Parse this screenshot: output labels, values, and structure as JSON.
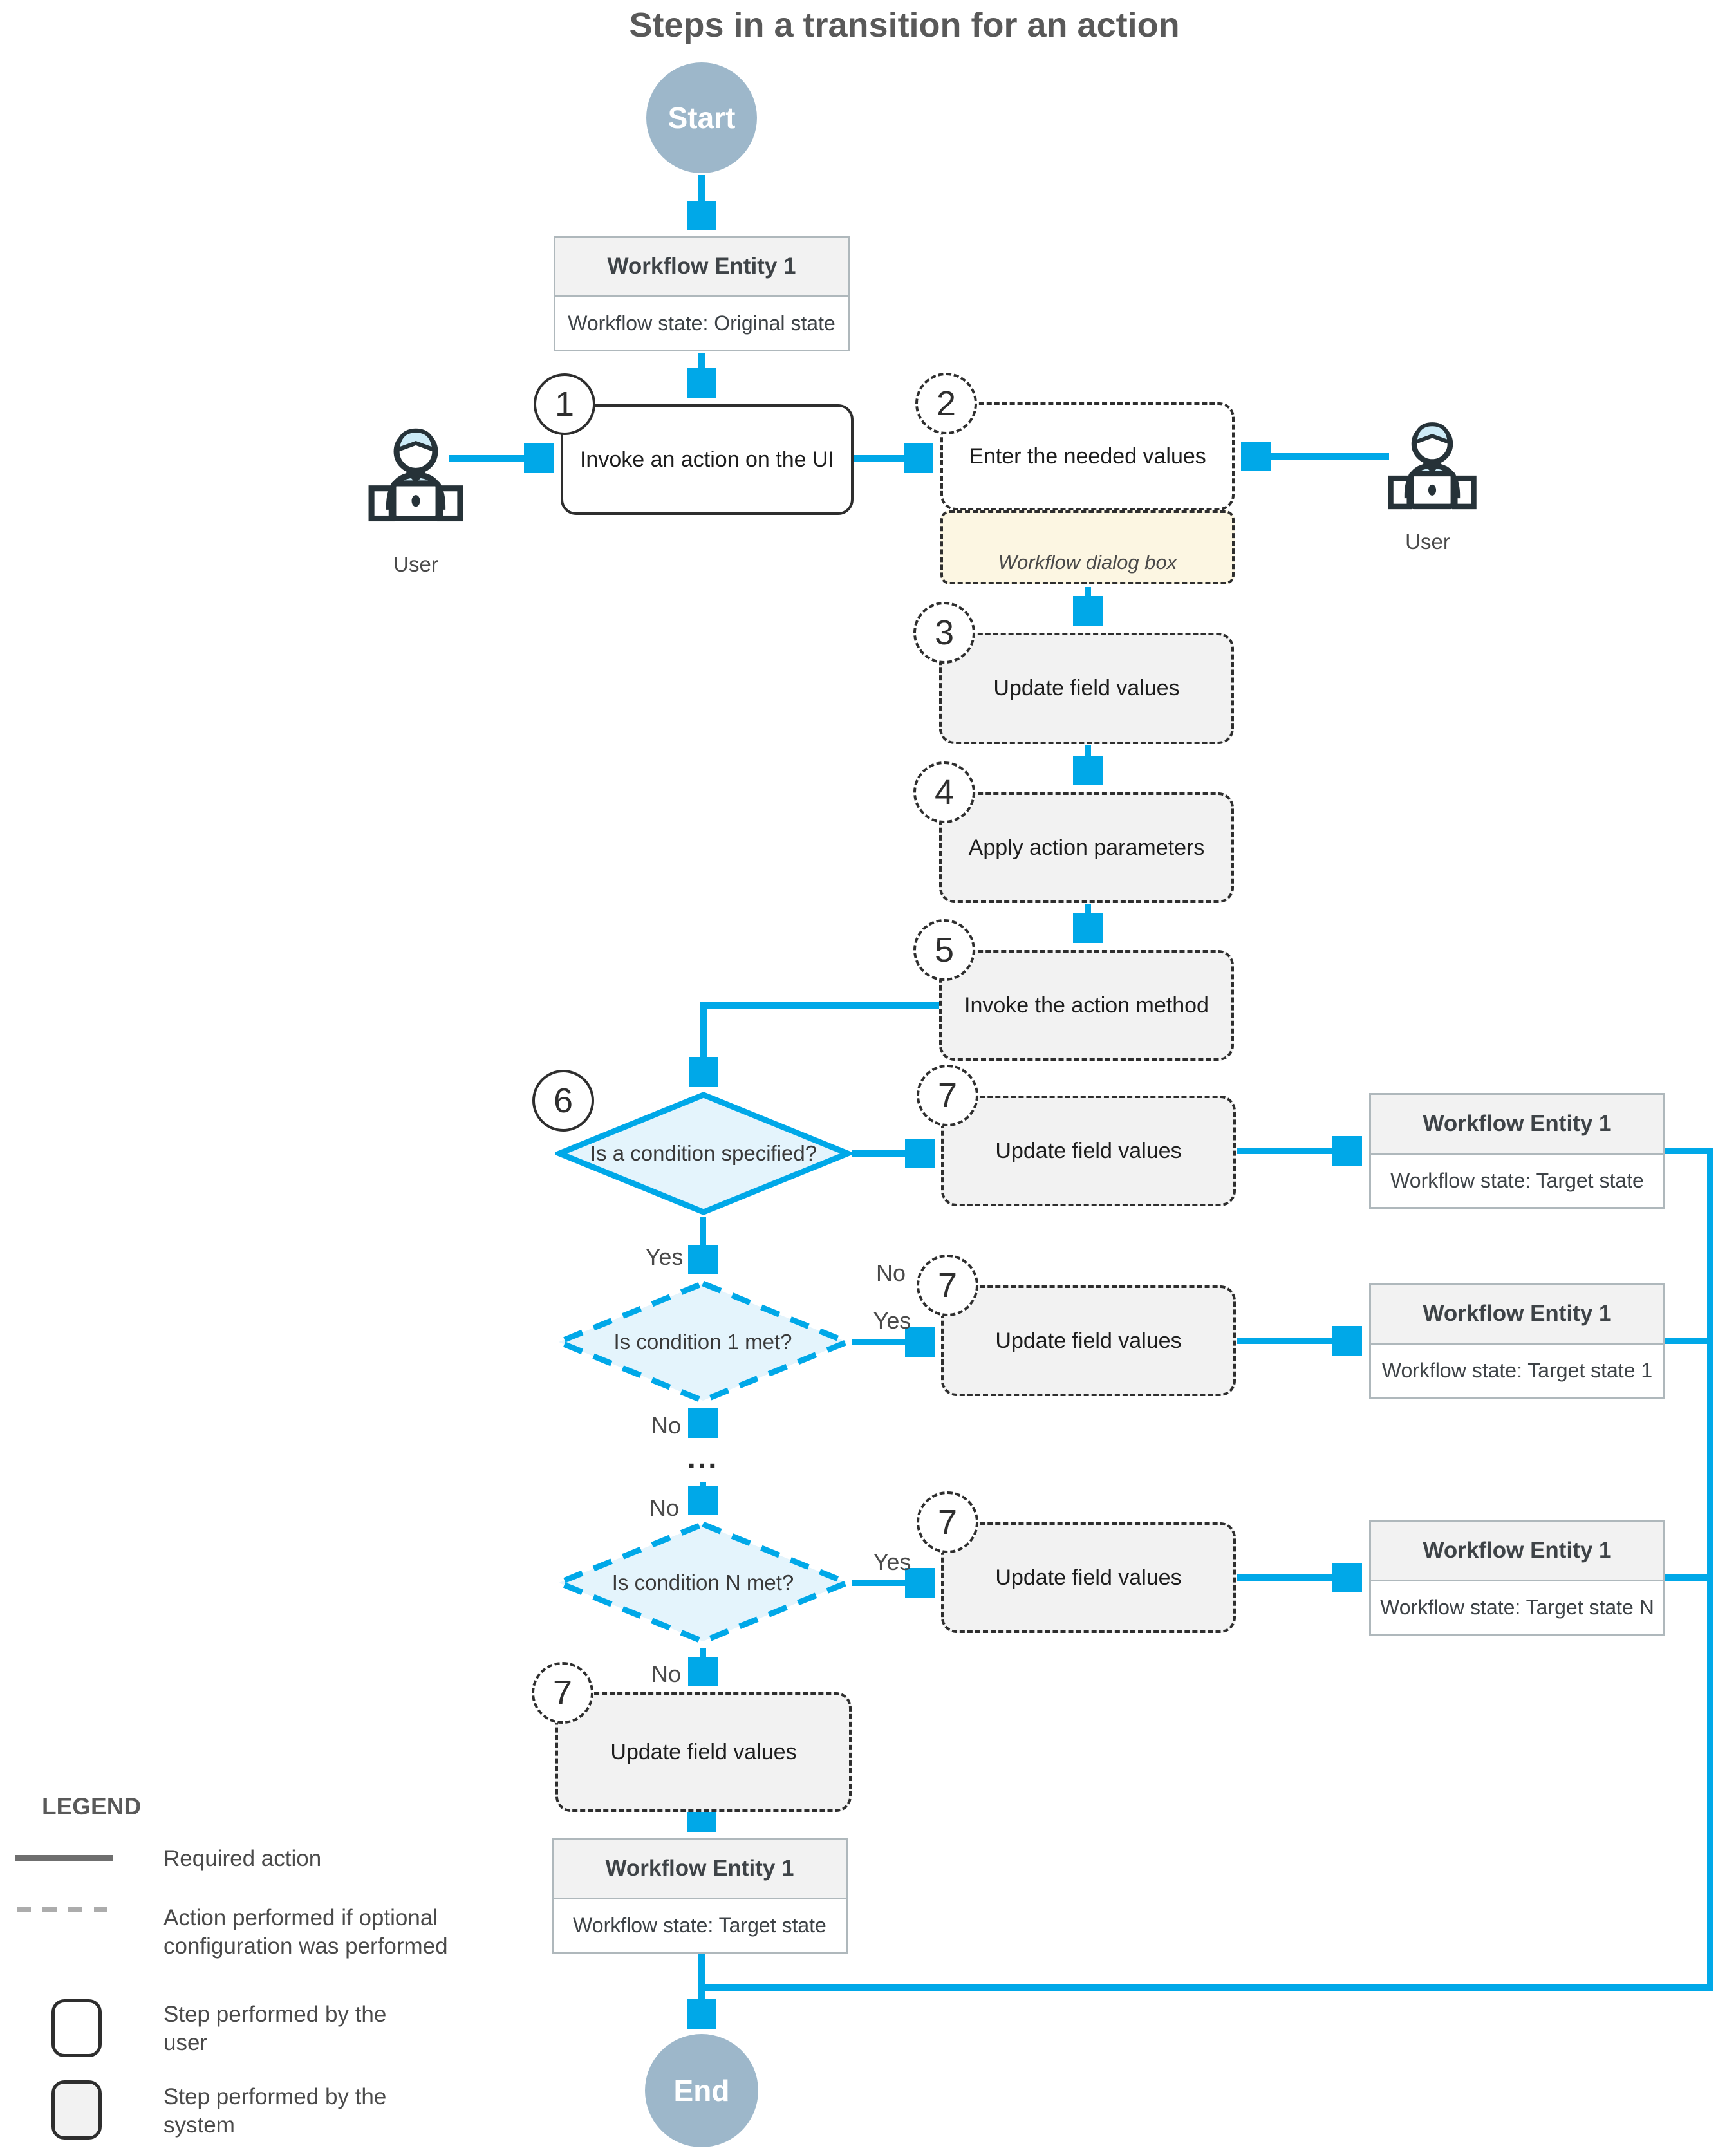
{
  "colors": {
    "accent_blue": "#00A8E8",
    "diamond_fill": "#E4F4FC",
    "terminator_fill": "#9DB7CA",
    "system_fill": "#F2F2F2",
    "dialog_fill": "#FCF6E2",
    "entity_border": "#AFB8BC",
    "ink": "#2E2E2E",
    "muted": "#4A4A4A",
    "title_color": "#595959",
    "legend_line": "#6F6F6F",
    "legend_dash": "#ACACAC"
  },
  "title": "Steps in a transition for an action",
  "flow": {
    "start_label": "Start",
    "end_label": "End",
    "entity_top": {
      "title": "Workflow Entity 1",
      "state": "Workflow state: Original state"
    },
    "step1": {
      "badge": "1",
      "label": "Invoke an action on the UI"
    },
    "step2": {
      "badge": "2",
      "label": "Enter the needed values"
    },
    "dialog": {
      "label": "Workflow dialog box"
    },
    "step3": {
      "badge": "3",
      "label": "Update field values"
    },
    "step4": {
      "badge": "4",
      "label": "Apply action parameters"
    },
    "step5": {
      "badge": "5",
      "label": "Invoke the action method"
    },
    "decision_main": {
      "badge": "6",
      "label": "Is a condition specified?"
    },
    "step7_row1": {
      "badge": "7",
      "label": "Update field values"
    },
    "entity_row1": {
      "title": "Workflow Entity 1",
      "state": "Workflow state: Target state"
    },
    "decision_c1": {
      "label": "Is condition 1 met?"
    },
    "step7_row2": {
      "badge": "7",
      "label": "Update field values"
    },
    "entity_row2": {
      "title": "Workflow Entity 1",
      "state": "Workflow state: Target state 1"
    },
    "ellipsis": "...",
    "decision_cn": {
      "label": "Is condition N met?"
    },
    "step7_row3": {
      "badge": "7",
      "label": "Update field values"
    },
    "entity_row3": {
      "title": "Workflow Entity 1",
      "state": "Workflow state: Target state N"
    },
    "step7_bottom": {
      "badge": "7",
      "label": "Update field values"
    },
    "entity_bottom": {
      "title": "Workflow Entity 1",
      "state": "Workflow state: Target state"
    },
    "users": {
      "left": "User",
      "right": "User"
    },
    "branch_labels": {
      "yes_below_decision_main": "Yes",
      "no_row2": "No",
      "yes_row2": "Yes",
      "no_below_c1": "No",
      "no_above_cn": "No",
      "yes_row3": "Yes",
      "no_below_cn": "No"
    }
  },
  "legend": {
    "heading": "LEGEND",
    "required": "Required action",
    "optional": "Action performed if optional configuration was performed",
    "user_step": "Step performed by the user",
    "system_step": "Step performed by the system"
  }
}
